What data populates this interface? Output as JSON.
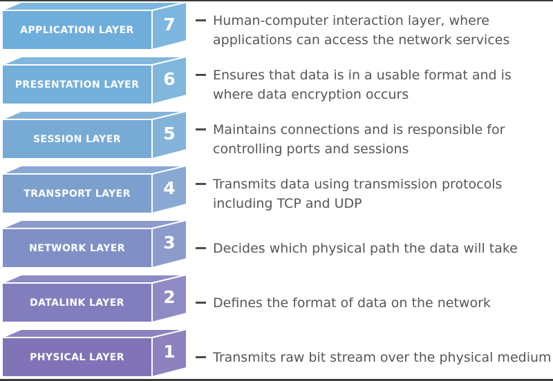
{
  "layers": [
    {
      "name": "APPLICATION LAYER",
      "number": "7",
      "color": "#6FAEDB",
      "description": "Human-computer interaction layer, where\napplications can access the network services"
    },
    {
      "name": "PRESENTATION LAYER",
      "number": "6",
      "color": "#73AFD9",
      "description": "Ensures that data is in a usable format and is\nwhere data encryption occurs"
    },
    {
      "name": "SESSION LAYER",
      "number": "5",
      "color": "#77ABD6",
      "description": "Maintains connections and is responsible for\ncontrolling ports and sessions"
    },
    {
      "name": "TRANSPORT LAYER",
      "number": "4",
      "color": "#7C9FCE",
      "description": "Transmits data using transmission protocols\nincluding TCP and UDP"
    },
    {
      "name": "NETWORK LAYER",
      "number": "3",
      "color": "#8090C7",
      "description": "Decides which physical path the data will take"
    },
    {
      "name": "DATALINK LAYER",
      "number": "2",
      "color": "#827EBE",
      "description": "Defines the format of data on the network"
    },
    {
      "name": "PHYSICAL LAYER",
      "number": "1",
      "color": "#8173B7",
      "description": "Transmits raw bit stream over the physical medium"
    }
  ],
  "style": {
    "description_text_color": "#565656",
    "dash_color": "#4a4a4a",
    "edge_bar_color": "#3b3b3b",
    "layer_label_color": "#ffffff"
  }
}
